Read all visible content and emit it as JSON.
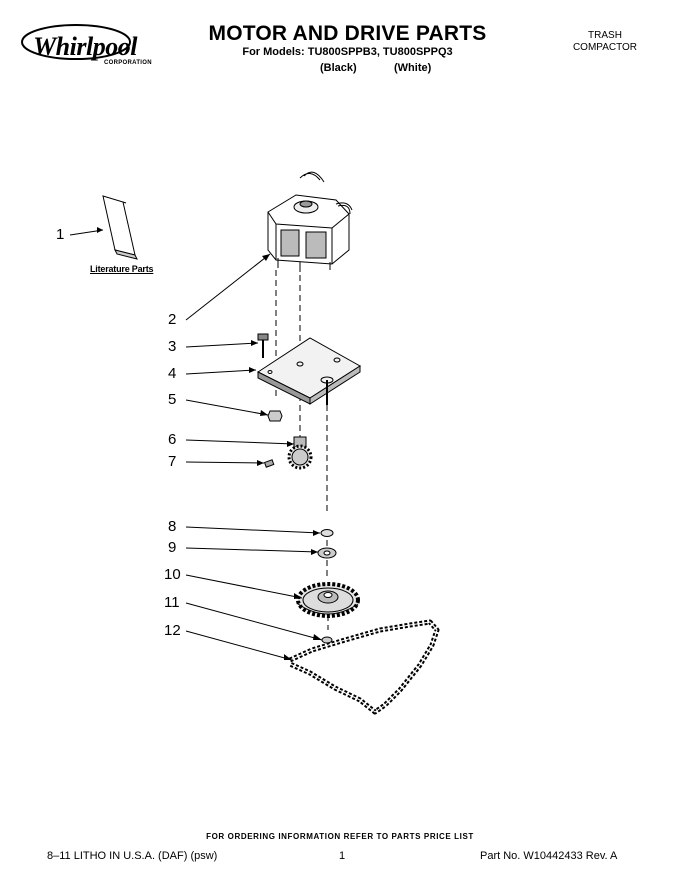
{
  "header": {
    "brand": "Whirlpool",
    "brand_sub": "CORPORATION",
    "title": "MOTOR AND DRIVE PARTS",
    "models_line": "For Models: TU800SPPB3, TU800SPPQ3",
    "variant_black": "(Black)",
    "variant_white": "(White)",
    "category_line1": "TRASH",
    "category_line2": "COMPACTOR"
  },
  "diagram": {
    "literature_label": "Literature Parts",
    "callouts": [
      "1",
      "2",
      "3",
      "4",
      "5",
      "6",
      "7",
      "8",
      "9",
      "10",
      "11",
      "12"
    ]
  },
  "footer": {
    "ordering_note": "FOR ORDERING INFORMATION REFER TO PARTS PRICE LIST",
    "litho": "8–11 LITHO IN U.S.A. (DAF) (psw)",
    "page_number": "1",
    "part_number": "Part No. W10442433 Rev. A"
  }
}
